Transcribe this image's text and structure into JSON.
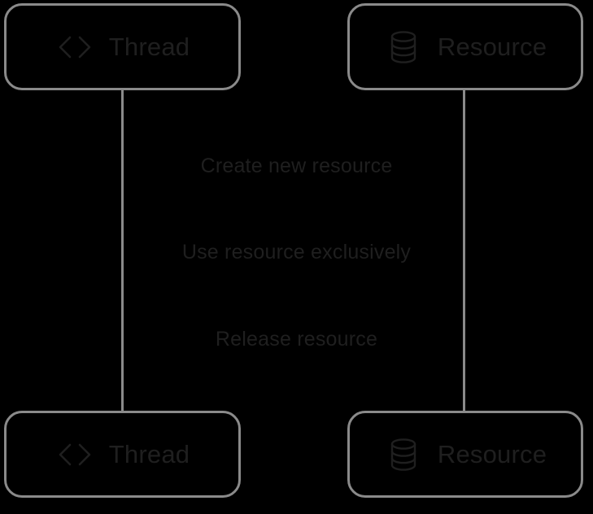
{
  "diagram": {
    "type": "sequence-diagram",
    "background_color": "#000000",
    "border_color": "#8a8a8a",
    "text_color": "#1f1f1f",
    "participants": [
      {
        "id": "thread-top",
        "label": "Thread",
        "icon": "code-brackets-icon",
        "position": "top-left"
      },
      {
        "id": "resource-top",
        "label": "Resource",
        "icon": "database-icon",
        "position": "top-right"
      },
      {
        "id": "thread-bottom",
        "label": "Thread",
        "icon": "code-brackets-icon",
        "position": "bottom-left"
      },
      {
        "id": "resource-bottom",
        "label": "Resource",
        "icon": "database-icon",
        "position": "bottom-right"
      }
    ],
    "lifelines": [
      {
        "id": "lifeline-thread",
        "for": "Thread"
      },
      {
        "id": "lifeline-resource",
        "for": "Resource"
      }
    ],
    "messages": [
      {
        "index": 0,
        "label": "Create new resource"
      },
      {
        "index": 1,
        "label": "Use resource exclusively"
      },
      {
        "index": 2,
        "label": "Release resource"
      }
    ]
  }
}
